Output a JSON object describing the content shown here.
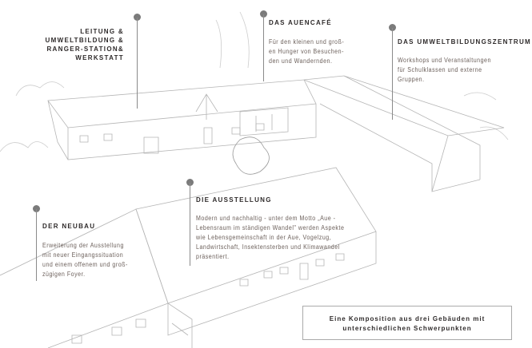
{
  "labels": {
    "leitung": {
      "heading": "LEITUNG &\nUMWELTBILDUNG &\nRANGER-STATION&\nWERKSTATT"
    },
    "auencafe": {
      "heading": "DAS AUENCAFÉ",
      "text": "Für den kleinen und groß-\nen Hunger von Besuchen-\nden und Wandernden."
    },
    "umweltbildungszentrum": {
      "heading": "DAS UMWELTBILDUNGSZENTRUM",
      "text": "Workshops und Veranstaltungen\nfür Schulklassen und externe\nGruppen."
    },
    "ausstellung": {
      "heading": "DIE AUSSTELLUNG",
      "text": "Modern und nachhaltig - unter dem Motto „Aue -\nLebensraum im ständigen Wandel\" werden Aspekte\nwie Lebensgemeinschaft in der Aue, Vogelzug,\nLandwirtschaft, Insektensterben und Klimawandel\npräsentiert."
    },
    "neubau": {
      "heading": "DER NEUBAU",
      "text": "Erweiterung der Ausstellung\nmit neuer Eingangssituation\nund einem offenem und groß-\nzügigen Foyer."
    }
  },
  "note": {
    "line1": "Eine Komposition aus drei Gebäuden mit",
    "line2": "unterschiedlichen Schwerpunkten"
  },
  "colors": {
    "marker": "#7b7b7b",
    "heading": "#2e2a2a",
    "body": "#6b5f5a",
    "sketch": "#b5b5b5"
  }
}
